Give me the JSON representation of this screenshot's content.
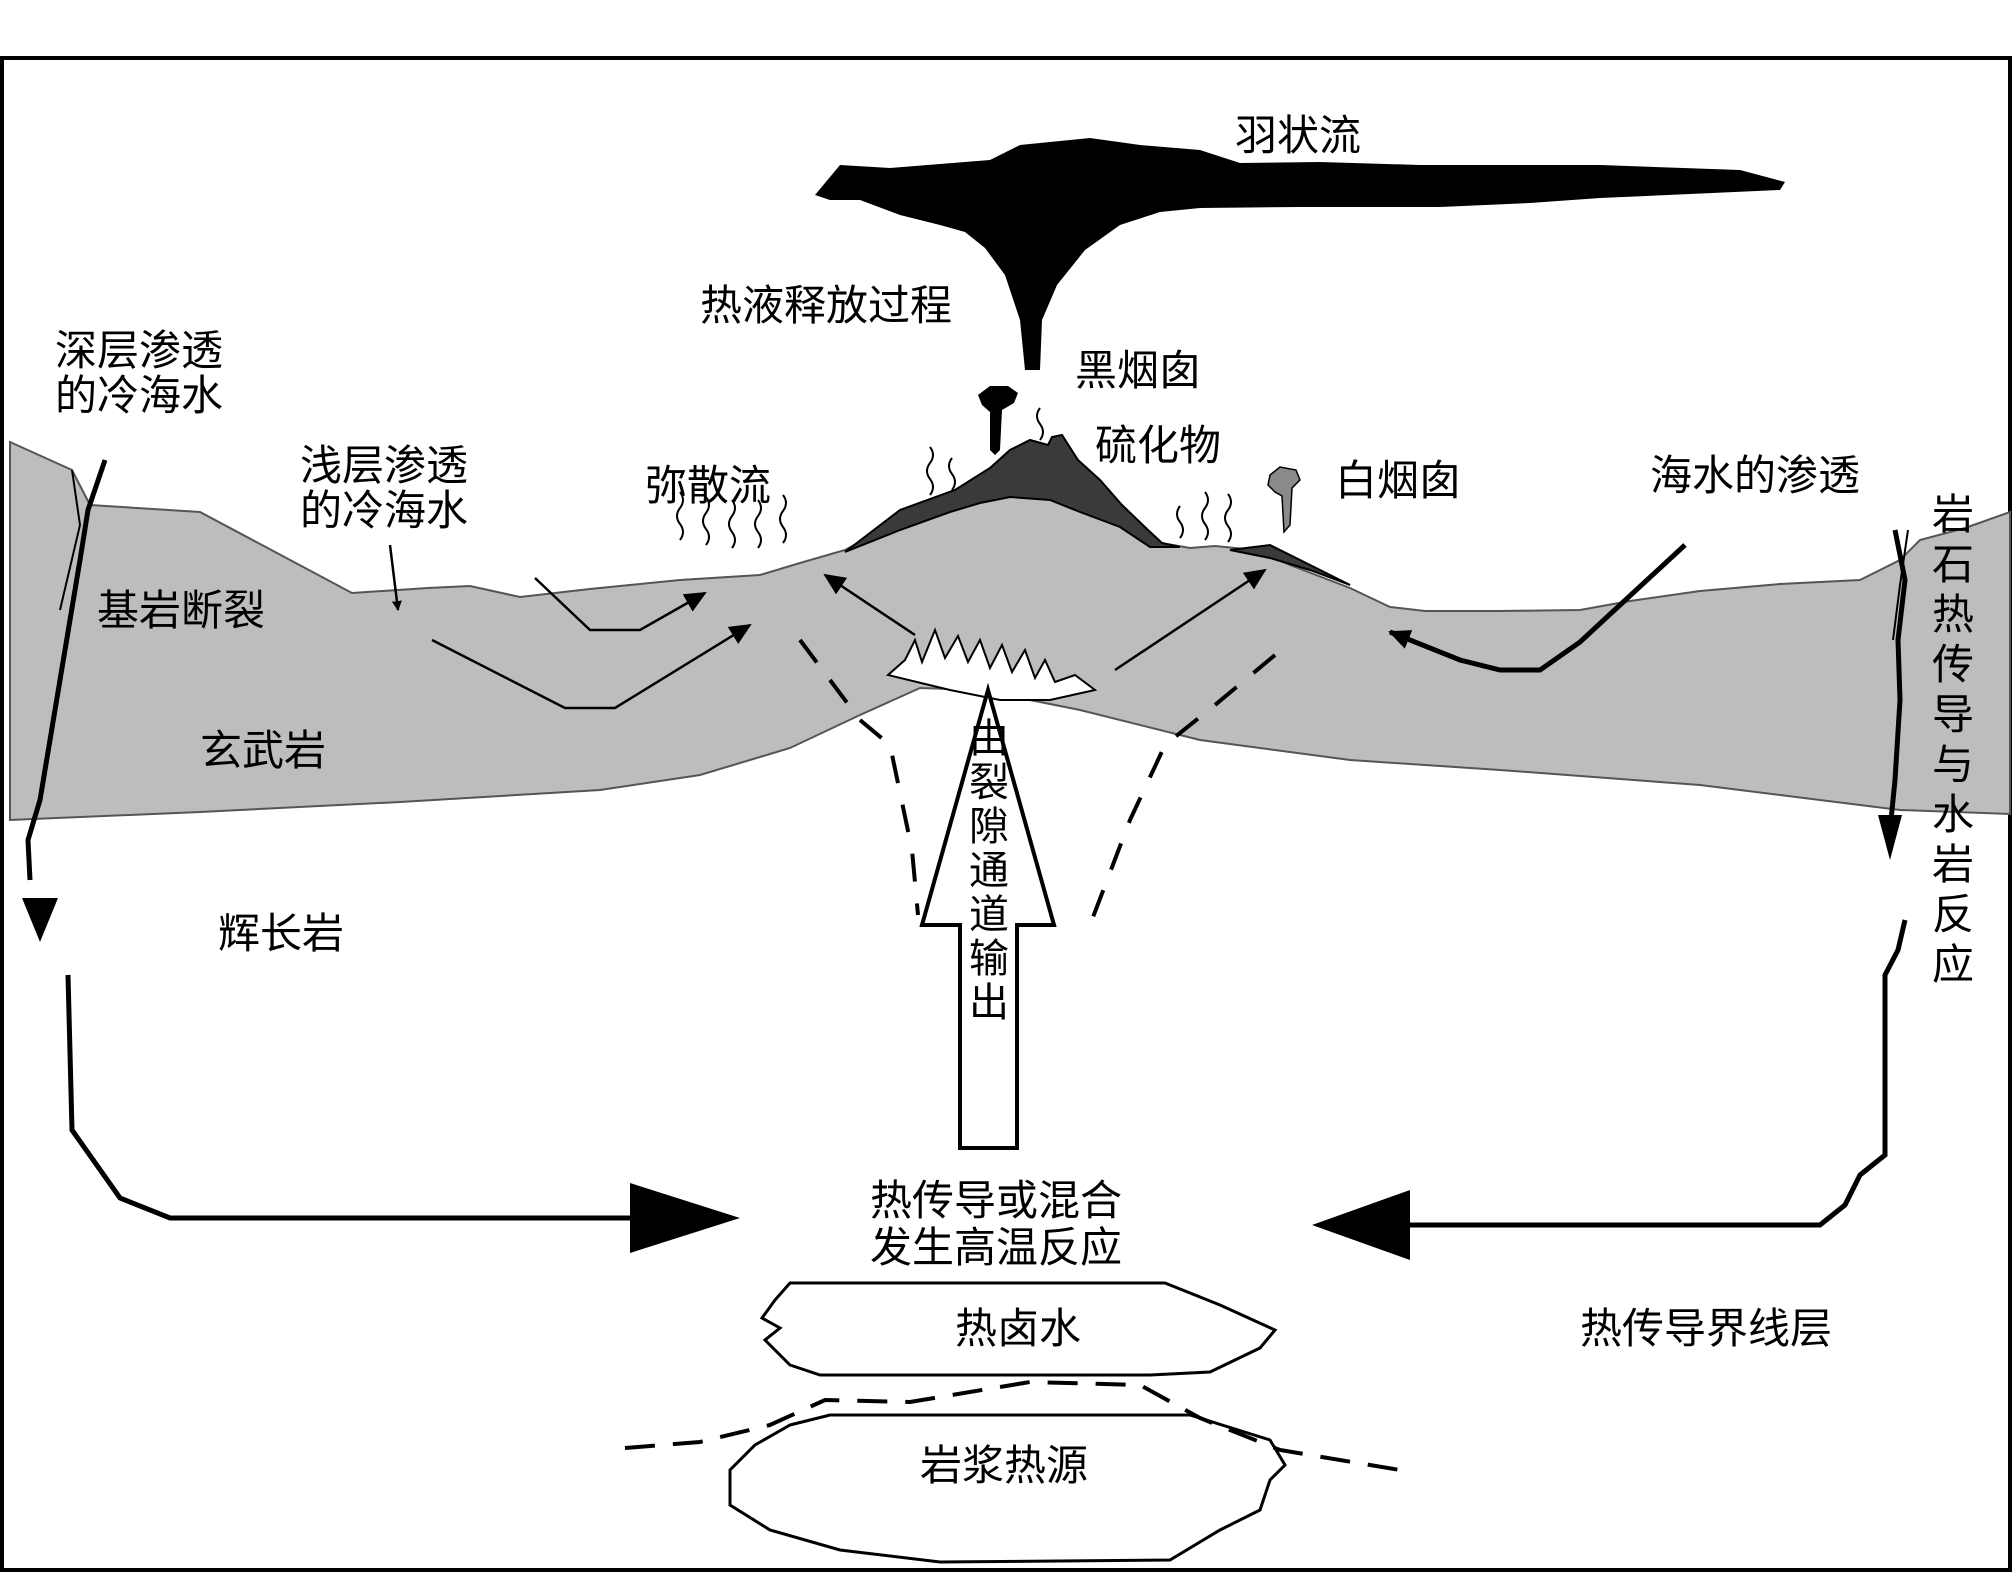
{
  "labels": {
    "plume": "羽状流",
    "release": "热液释放过程",
    "deep_line1": "深层渗透",
    "deep_line2": "的冷海水",
    "black_smoker": "黑烟囱",
    "sulfide": "硫化物",
    "shallow_line1": "浅层渗透",
    "shallow_line2": "的冷海水",
    "diffuse": "弥散流",
    "white_smoker": "白烟囱",
    "seawater_perc": "海水的渗透",
    "bedrock_fault": "基岩断裂",
    "basalt": "玄武岩",
    "gabbro": "辉长岩",
    "channel_output": "由裂隙通道输出",
    "rock_heat": "岩石热传导与水岩反应",
    "reaction_line1": "热传导或混合",
    "reaction_line2": "发生高温反应",
    "brine": "热卤水",
    "boundary": "热传导界线层",
    "magma": "岩浆热源"
  },
  "colors": {
    "basalt": "#bdbdbd",
    "sulfide_mound": "#3a3a3a",
    "plume": "#000000",
    "white_smoke": "#8a8a8a",
    "line": "#000000"
  }
}
